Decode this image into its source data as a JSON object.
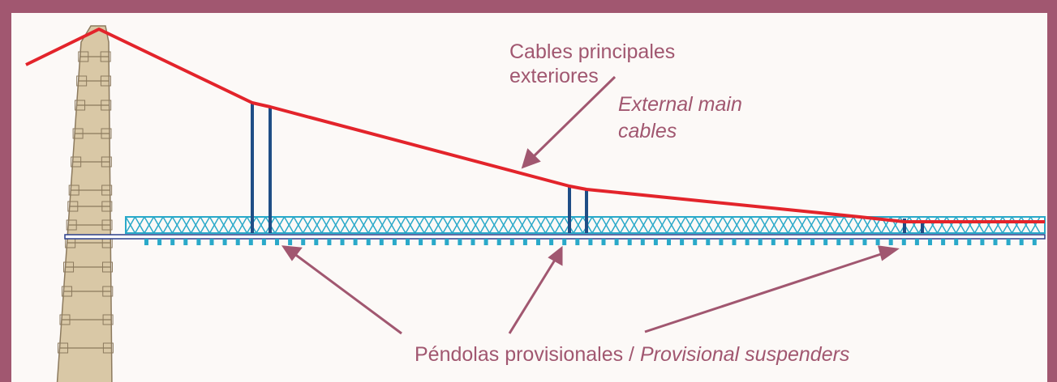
{
  "labels": {
    "main_cables_es_line1": "Cables principales",
    "main_cables_es_line2": "exteriores",
    "main_cables_en_line1": "External main",
    "main_cables_en_line2": "cables",
    "suspenders_es": "Péndolas provisionales",
    "separator": " / ",
    "suspenders_en": "Provisional suspenders"
  },
  "colors": {
    "frame": "#a15770",
    "background": "#fcf9f7",
    "cable": "#e3242b",
    "suspender": "#1f4e86",
    "truss": "#2aa9c9",
    "deck": "#2b3f8c",
    "tower": "#d9c8a6",
    "tower_line": "#8c7a5e",
    "arrow": "#a15770"
  }
}
